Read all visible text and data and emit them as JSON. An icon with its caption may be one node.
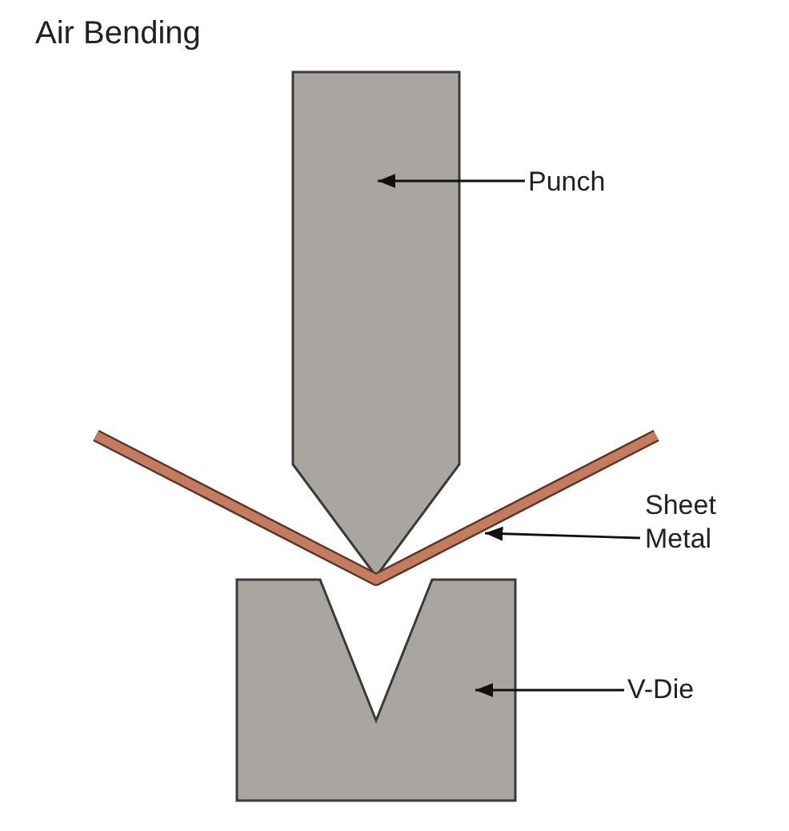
{
  "diagram": {
    "title": "Air Bending",
    "nodes": [
      {
        "text": [
          "Punch"
        ]
      },
      {
        "text": [],
        "shape": "polygon"
      },
      {
        "text": [
          "Sheet Metal"
        ]
      },
      {
        "text": [],
        "shape": "bar"
      },
      {
        "text": [
          "V-Die"
        ]
      },
      {
        "text": [],
        "shape": "box"
      }
    ],
    "edges": [
      {
        "from": 0,
        "to": 1,
        "arrow": "to"
      },
      {
        "from": 2,
        "to": 3,
        "arrow": "to"
      },
      {
        "from": 4,
        "to": 5,
        "arrow": "to"
      }
    ]
  }
}
